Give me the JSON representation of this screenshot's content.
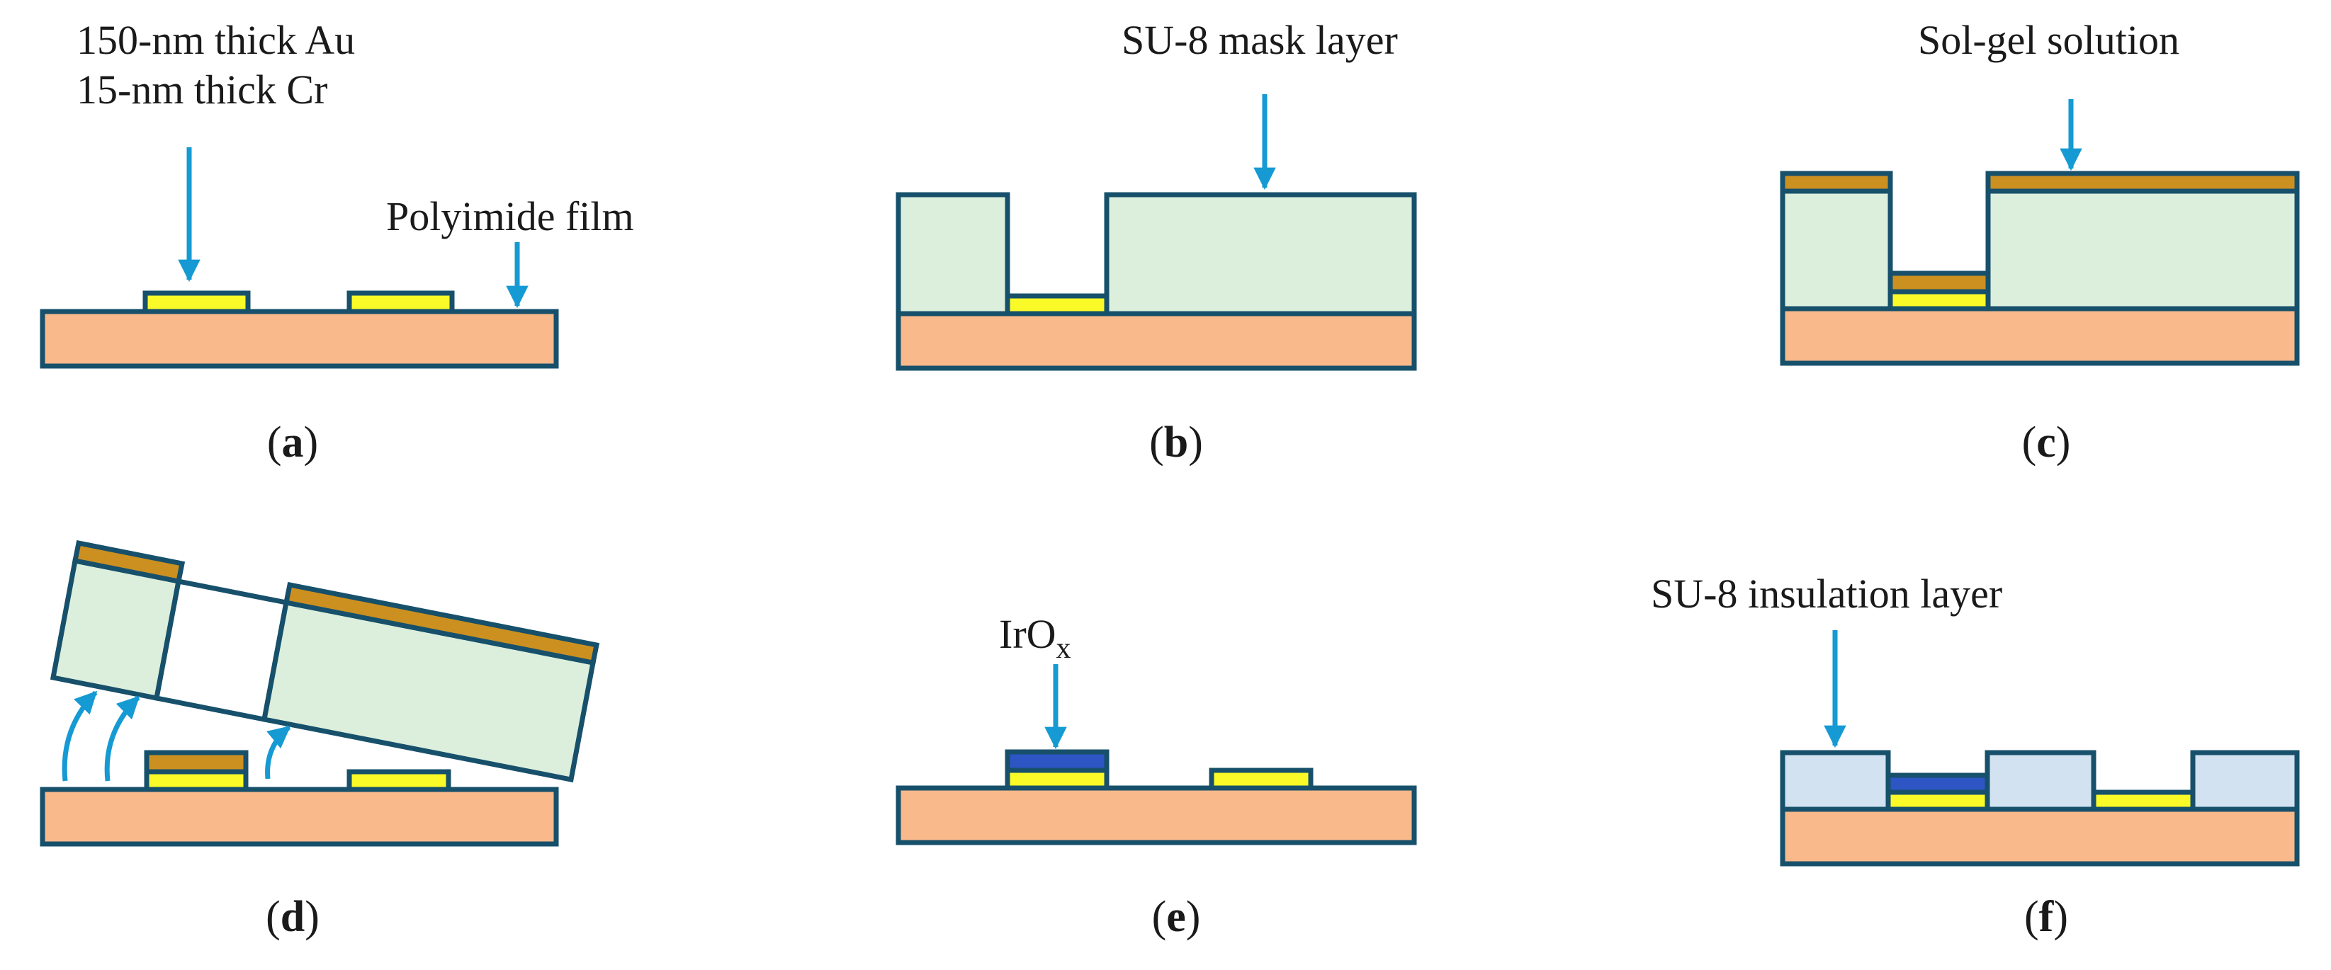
{
  "figure": {
    "colors": {
      "substrate": "#f9b98b",
      "metal": "#fafa28",
      "mask": "#dcefdc",
      "solgel": "#cc9020",
      "iridium_oxide": "#2d55c4",
      "insulation": "#d2e2f0",
      "outline": "#17506b",
      "arrow": "#159ad3"
    },
    "panels": {
      "a": {
        "label": "a",
        "callouts": {
          "metal_line1": "150-nm thick Au",
          "metal_line2": "15-nm thick Cr",
          "substrate": "Polyimide film"
        }
      },
      "b": {
        "label": "b",
        "callouts": {
          "mask": "SU-8 mask layer"
        }
      },
      "c": {
        "label": "c",
        "callouts": {
          "solgel": "Sol-gel solution"
        }
      },
      "d": {
        "label": "d"
      },
      "e": {
        "label": "e",
        "callouts": {
          "oxide_base": "IrO",
          "oxide_subscript": "x"
        }
      },
      "f": {
        "label": "f",
        "callouts": {
          "insulation": "SU-8 insulation layer"
        }
      }
    }
  }
}
